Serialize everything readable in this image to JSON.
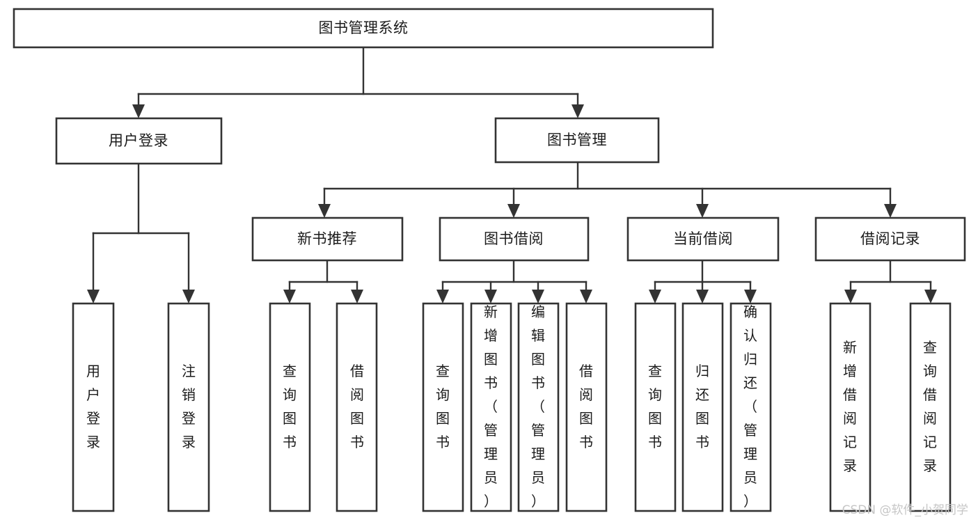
{
  "diagram": {
    "type": "tree",
    "title": "图书管理系统",
    "orientation": "top-down",
    "watermark": "CSDN @软件_小贺同学",
    "colors": {
      "stroke": "#333333",
      "fill": "#ffffff",
      "text": "#1b1b1b",
      "watermark": "#c6c6c6"
    },
    "nodes": {
      "root": {
        "label": "图书管理系统"
      },
      "level1": [
        {
          "id": "user-login",
          "label": "用户登录"
        },
        {
          "id": "book-manage",
          "label": "图书管理"
        }
      ],
      "level2": [
        {
          "id": "new-book-recommend",
          "label": "新书推荐",
          "parent": "book-manage"
        },
        {
          "id": "book-borrow",
          "label": "图书借阅",
          "parent": "book-manage"
        },
        {
          "id": "current-borrow",
          "label": "当前借阅",
          "parent": "book-manage"
        },
        {
          "id": "borrow-record",
          "label": "借阅记录",
          "parent": "book-manage"
        }
      ],
      "leaves": [
        {
          "id": "leaf-user-login",
          "label": "用户登录",
          "parent": "user-login"
        },
        {
          "id": "leaf-logout-login",
          "label": "注销登录",
          "parent": "user-login"
        },
        {
          "id": "leaf-query-book-1",
          "label": "查询图书",
          "parent": "new-book-recommend"
        },
        {
          "id": "leaf-borrow-book-1",
          "label": "借阅图书",
          "parent": "new-book-recommend"
        },
        {
          "id": "leaf-query-book-2",
          "label": "查询图书",
          "parent": "book-borrow"
        },
        {
          "id": "leaf-add-book",
          "label": "新增图书（管理员）",
          "parent": "book-borrow"
        },
        {
          "id": "leaf-edit-book",
          "label": "编辑图书（管理员）",
          "parent": "book-borrow"
        },
        {
          "id": "leaf-borrow-book-2",
          "label": "借阅图书",
          "parent": "book-borrow"
        },
        {
          "id": "leaf-query-book-3",
          "label": "查询图书",
          "parent": "current-borrow"
        },
        {
          "id": "leaf-return-book",
          "label": "归还图书",
          "parent": "current-borrow"
        },
        {
          "id": "leaf-confirm-return",
          "label": "确认归还（管理员）",
          "parent": "current-borrow"
        },
        {
          "id": "leaf-add-record",
          "label": "新增借阅记录",
          "parent": "borrow-record"
        },
        {
          "id": "leaf-query-record",
          "label": "查询借阅记录",
          "parent": "borrow-record"
        }
      ]
    }
  }
}
